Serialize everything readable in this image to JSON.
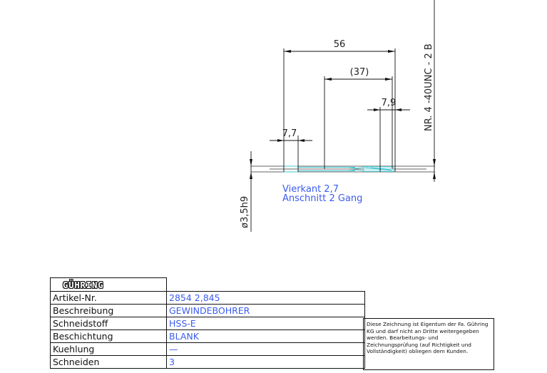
{
  "drawing": {
    "dimensions": {
      "overall_length": "56",
      "thread_length": "(37)",
      "square_length": "7,7",
      "right_section": "7,9",
      "shank_diameter": "ø3,5h9"
    },
    "thread_spec": "NR. 4   -40UNC - 2 B",
    "notes": {
      "square": "Vierkant 2,7",
      "chamfer": "Anschnitt 2 Gang"
    }
  },
  "title_block": {
    "logo": "GÜHRING",
    "rows": [
      {
        "label": "Artikel-Nr.",
        "value": "2854 2,845"
      },
      {
        "label": "Beschreibung",
        "value": "GEWINDEBOHRER"
      },
      {
        "label": "Schneidstoff",
        "value": "HSS-E"
      },
      {
        "label": "Beschichtung",
        "value": "BLANK"
      },
      {
        "label": "Kuehlung",
        "value": "—"
      },
      {
        "label": "Schneiden",
        "value": "3"
      }
    ],
    "disclaimer": "Diese Zeichnung ist Eigentum der Fa. Gühring KG und darf nicht an Dritte weitergegeben werden. Bearbeitungs- und Zeichnungsprüfung (auf Richtigkeit und Vollständigkeit) obliegen dem Kunden."
  },
  "colors": {
    "note_blue": "#3a5cf0",
    "tool_cyan": "#3cc8d2",
    "line_black": "#111111"
  }
}
